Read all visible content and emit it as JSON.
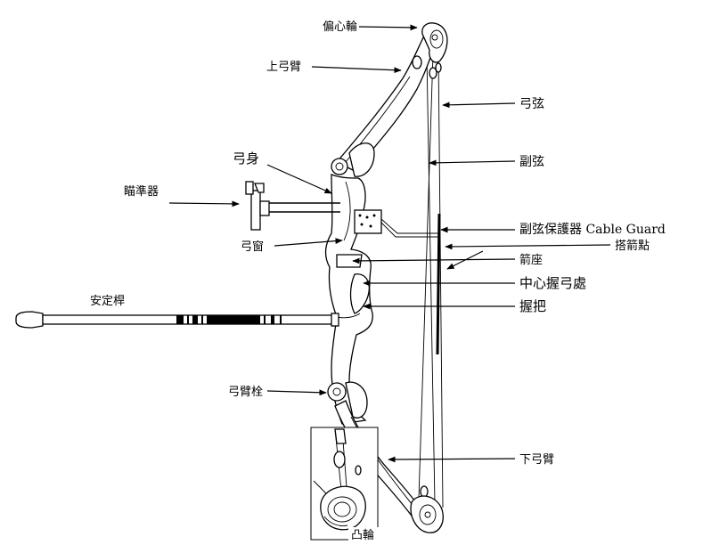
{
  "labels": {
    "cam_wheel": "偏心輪",
    "upper_limb": "上弓臂",
    "string": "弓弦",
    "riser": "弓身",
    "cable": "副弦",
    "sight": "瞄準器",
    "cable_guard": "副弦保護器 Cable Guard",
    "nocking_point": "搭箭點",
    "sight_window": "弓窗",
    "arrow_rest": "箭座",
    "pivot_point": "中心握弓處",
    "stabilizer": "安定桿",
    "grip": "握把",
    "limb_bolt": "弓臂栓",
    "lower_limb": "下弓臂",
    "cam": "凸輪"
  },
  "colors": {
    "ink": "#000000",
    "paper": "#ffffff"
  }
}
